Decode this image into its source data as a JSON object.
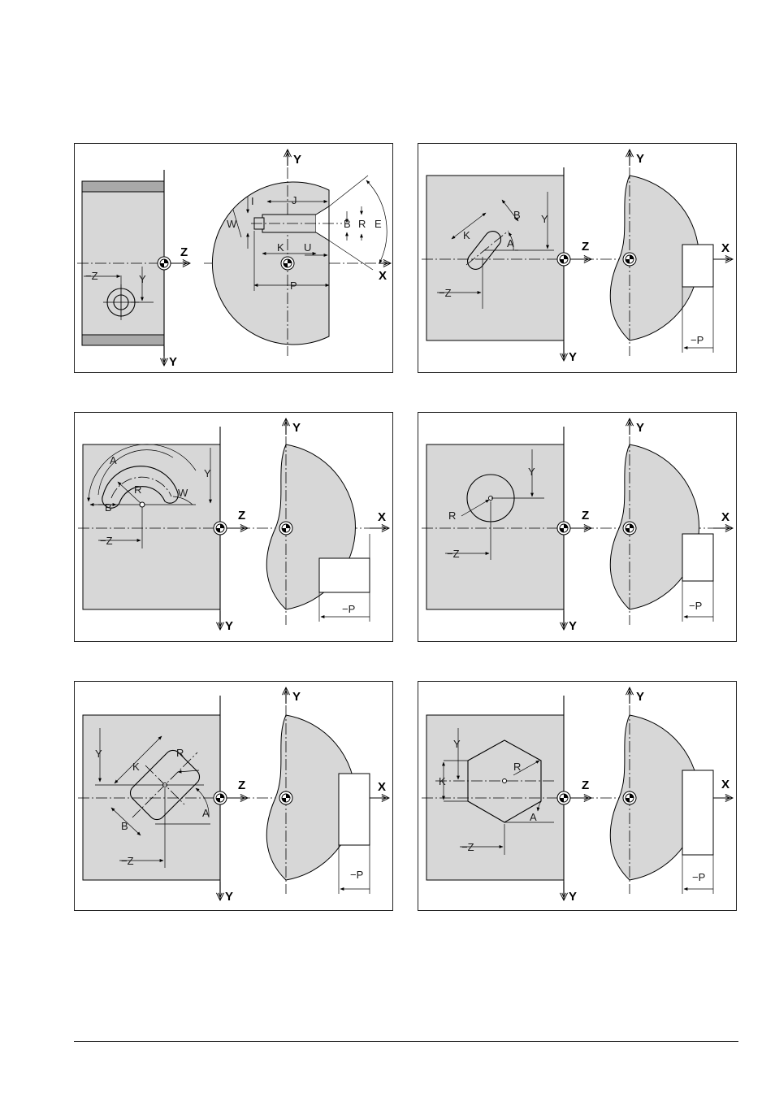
{
  "colors": {
    "part_fill": "#d7d7d7",
    "frame": "#222222",
    "line": "#000000"
  },
  "panels": [
    {
      "id": "p1",
      "labels": {
        "y_up": "Y",
        "y_down": "Y",
        "z": "Z",
        "x": "X",
        "neg_z": "−Z",
        "y": "Y",
        "i": "I",
        "j": "J",
        "w": "W",
        "b": "B",
        "r": "R",
        "e": "E",
        "k": "K",
        "u": "U",
        "p": "P"
      }
    },
    {
      "id": "p2",
      "labels": {
        "y_up": "Y",
        "y_down": "Y",
        "z": "Z",
        "x": "X",
        "y": "Y",
        "b": "B",
        "k": "K",
        "a": "A",
        "neg_z": "−Z",
        "neg_p": "−P"
      }
    },
    {
      "id": "p3",
      "labels": {
        "y_up": "Y",
        "y_down": "Y",
        "z": "Z",
        "x": "X",
        "y": "Y",
        "a": "A",
        "r": "R",
        "w": "W",
        "b": "B",
        "neg_z": "−Z",
        "neg_p": "−P"
      }
    },
    {
      "id": "p4",
      "labels": {
        "y_up": "Y",
        "y_down": "Y",
        "z": "Z",
        "x": "X",
        "y": "Y",
        "r": "R",
        "neg_z": "−Z",
        "neg_p": "−P"
      }
    },
    {
      "id": "p5",
      "labels": {
        "y_up": "Y",
        "y_down": "Y",
        "z": "Z",
        "x": "X",
        "y": "Y",
        "k": "K",
        "r": "R",
        "b": "B",
        "a": "A",
        "neg_z": "−Z",
        "neg_p": "−P"
      }
    },
    {
      "id": "p6",
      "labels": {
        "y_up": "Y",
        "y_down": "Y",
        "z": "Z",
        "x": "X",
        "y": "Y",
        "k": "K",
        "r": "R",
        "a": "A",
        "neg_z": "−Z",
        "neg_p": "−P"
      }
    }
  ]
}
